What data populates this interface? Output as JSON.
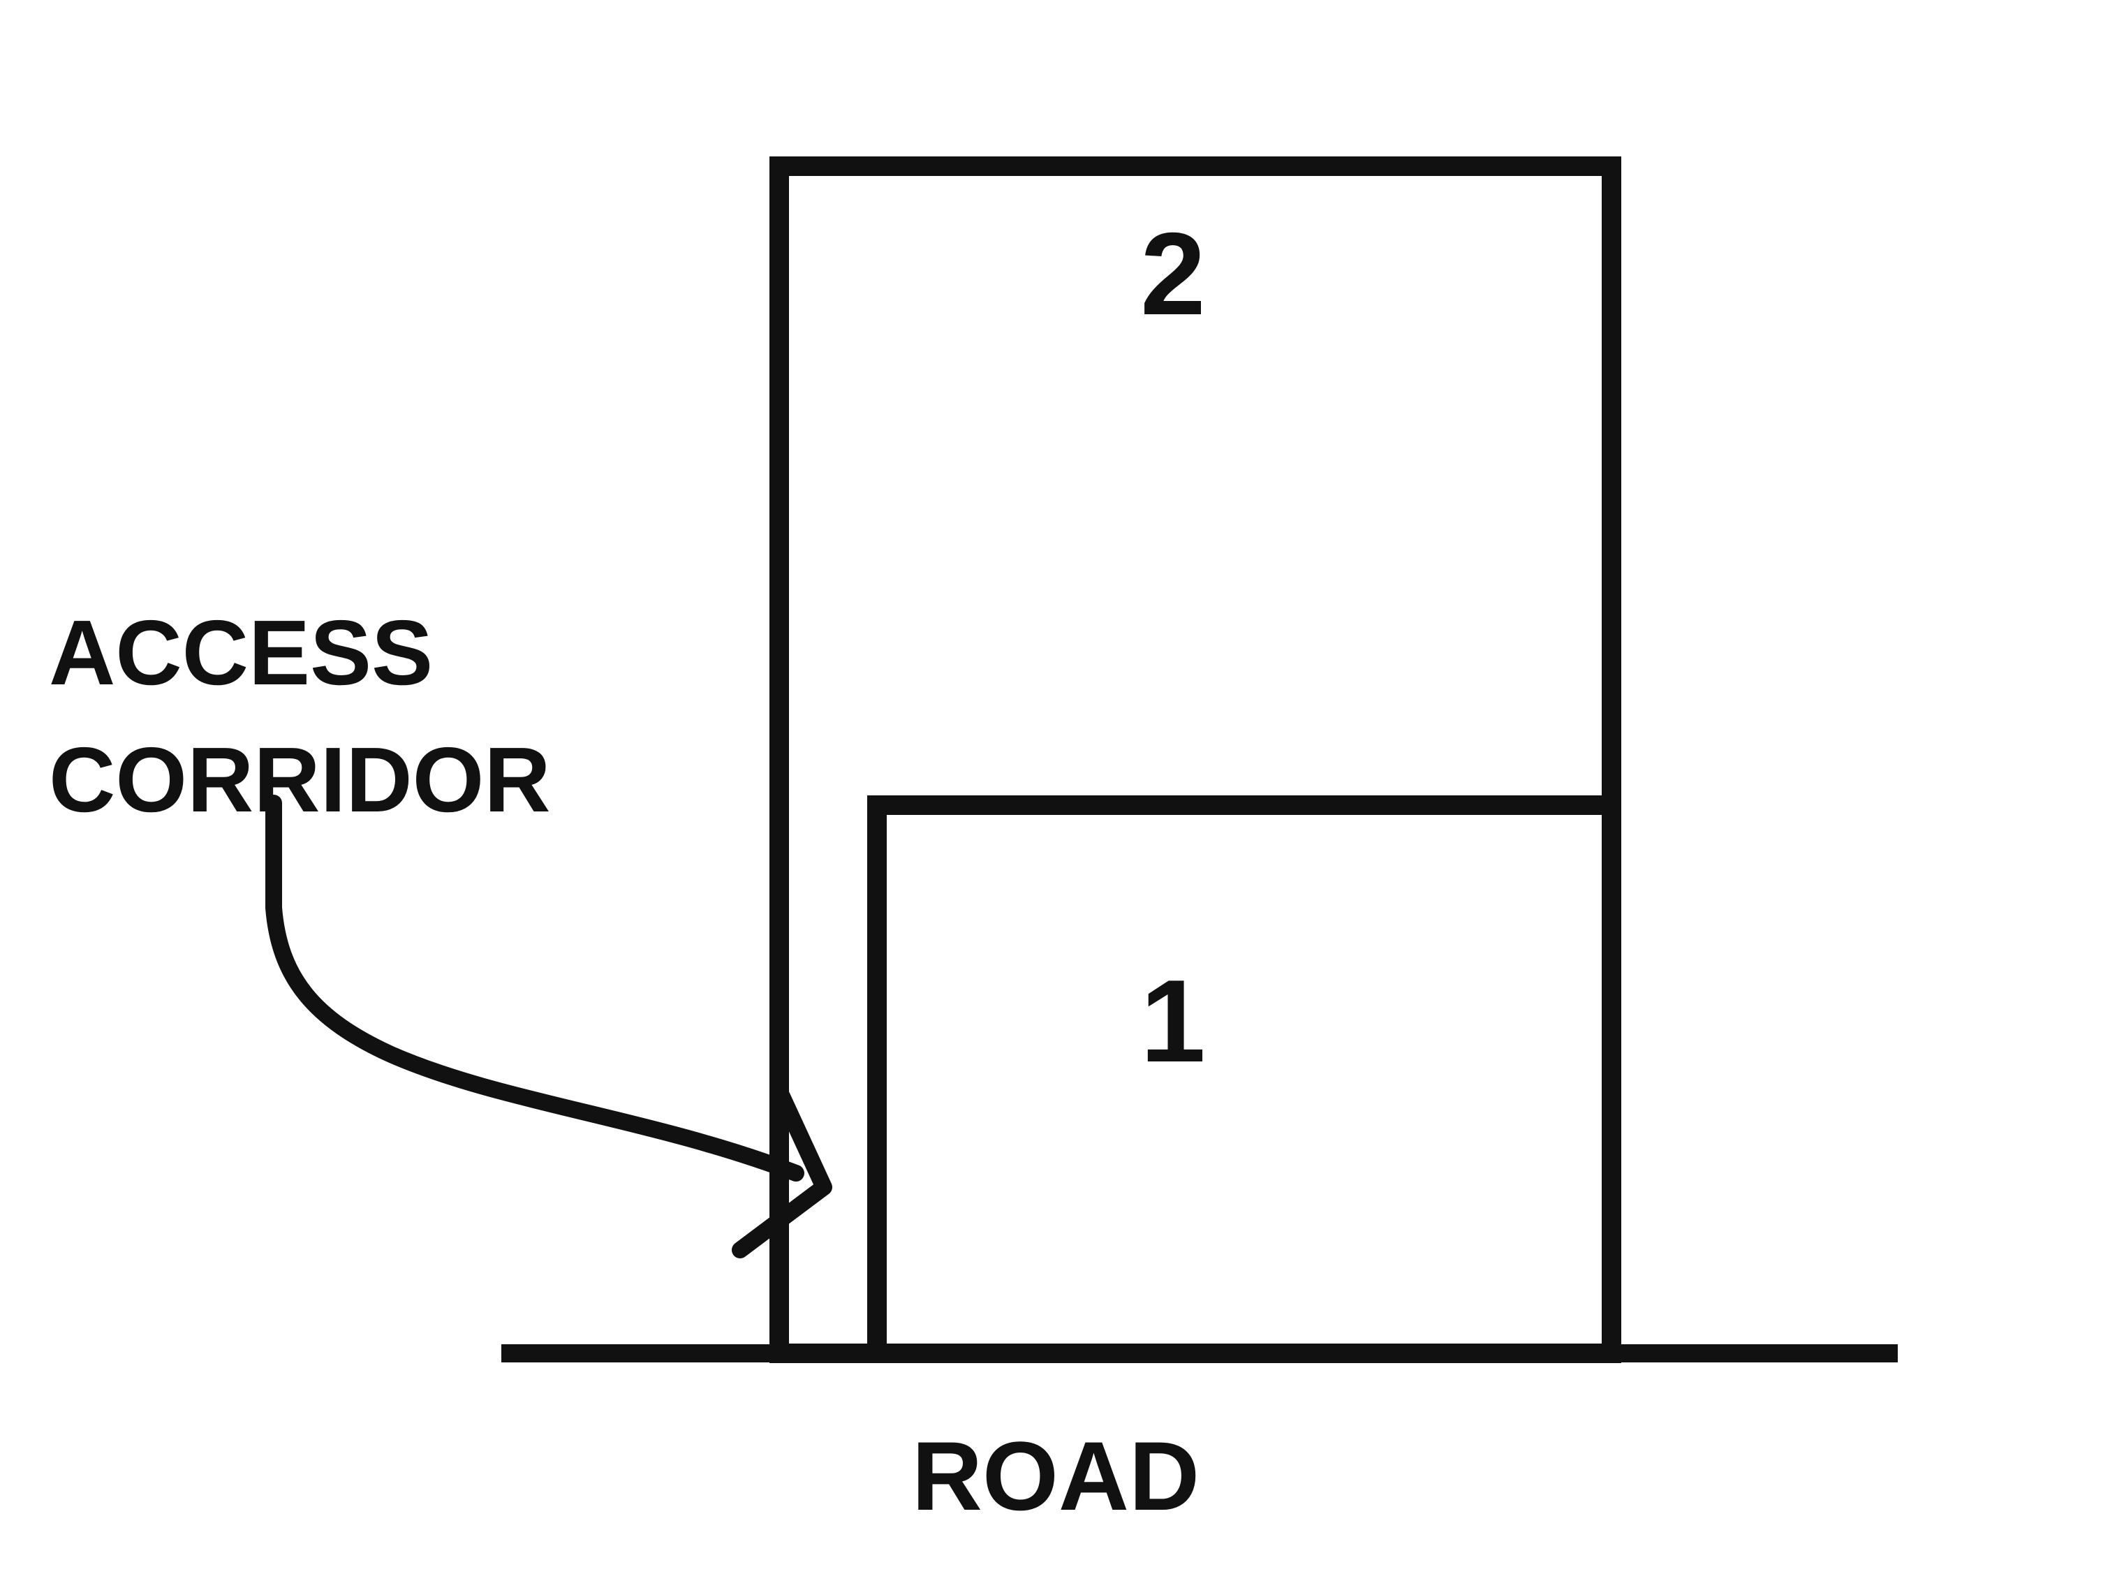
{
  "diagram": {
    "parcels": [
      {
        "id": "parcel-2",
        "label": "2"
      },
      {
        "id": "parcel-1",
        "label": "1"
      }
    ],
    "access_corridor": {
      "label_line1": "ACCESS",
      "label_line2": "CORRIDOR"
    },
    "road": {
      "label": "ROAD"
    },
    "line_color": "#111111",
    "background_color": "#ffffff"
  }
}
